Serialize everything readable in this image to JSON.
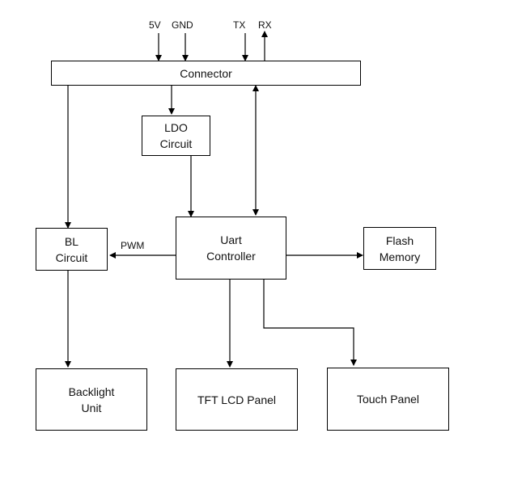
{
  "signals": {
    "v5": "5V",
    "gnd": "GND",
    "tx": "TX",
    "rx": "RX",
    "pwm": "PWM"
  },
  "blocks": {
    "connector": "Connector",
    "ldo": "LDO\nCircuit",
    "bl": "BL\nCircuit",
    "uart": "Uart\nController",
    "flash": "Flash\nMemory",
    "backlight": "Backlight\nUnit",
    "tft": "TFT  LCD  Panel",
    "touch": "Touch  Panel"
  },
  "colors": {
    "line": "#000000",
    "background": "#ffffff"
  }
}
